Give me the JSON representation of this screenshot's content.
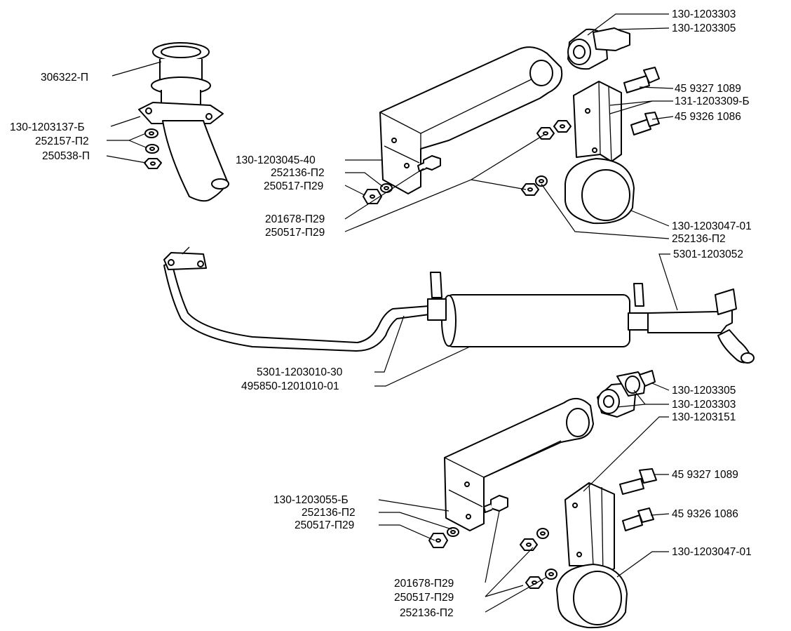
{
  "labels": {
    "l01": "130-1203303",
    "l02": "130-1203305",
    "l03": "306322-П",
    "l04": "45 9327 1089",
    "l05": "131-1203309-Б",
    "l06": "45 9326 1086",
    "l07": "130-1203137-Б",
    "l08": "252157-П2",
    "l09": "250538-П",
    "l10": "130-1203045-40",
    "l11": "252136-П2",
    "l12": "250517-П29",
    "l13": "201678-П29",
    "l14": "250517-П29",
    "l15": "130-1203047-01",
    "l16": "252136-П2",
    "l17": "5301-1203052",
    "l18": "5301-1203010-30",
    "l19": "495850-1201010-01",
    "l20": "130-1203305",
    "l21": "130-1203303",
    "l22": "130-1203151",
    "l23": "45 9327 1089",
    "l24": "130-1203055-Б",
    "l25": "45 9326 1086",
    "l26": "252136-П2",
    "l27": "250517-П29",
    "l28": "130-1203047-01",
    "l29": "201678-П29",
    "l30": "250517-П29",
    "l31": "252136-П2"
  }
}
